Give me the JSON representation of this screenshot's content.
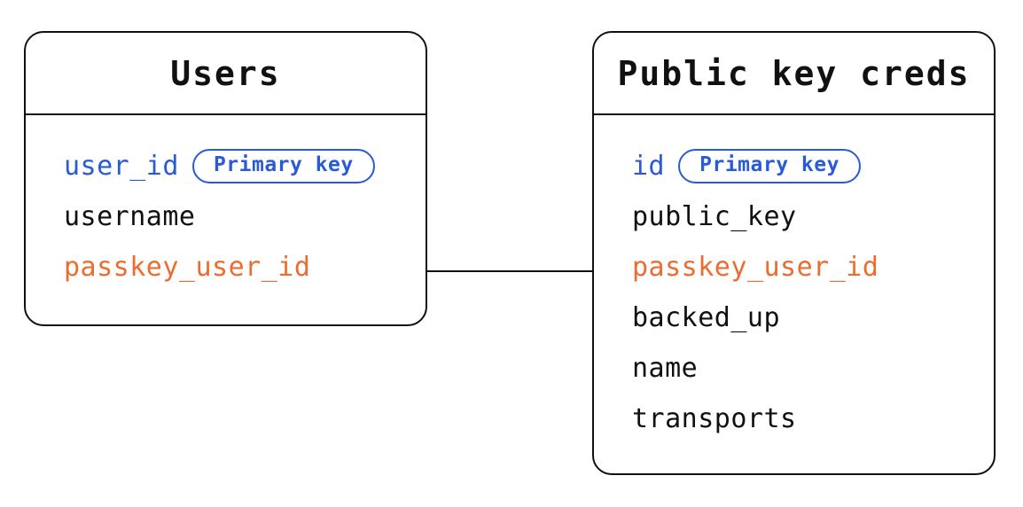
{
  "diagram": {
    "type": "entity-relationship",
    "relationship": {
      "from_table": "Users",
      "from_field": "passkey_user_id",
      "to_table": "Public key creds",
      "to_field": "passkey_user_id",
      "style": "solid-line"
    }
  },
  "colors": {
    "primary_key_blue": "#2a5bd7",
    "foreign_key_orange": "#ed6c30",
    "text_black": "#111111",
    "line_black": "#111111",
    "background": "#ffffff"
  },
  "tables": [
    {
      "title": "Users",
      "fields": [
        {
          "name": "user_id",
          "role": "primary-key",
          "badge": "Primary key"
        },
        {
          "name": "username",
          "role": "normal"
        },
        {
          "name": "passkey_user_id",
          "role": "foreign-key"
        }
      ]
    },
    {
      "title": "Public key creds",
      "fields": [
        {
          "name": "id",
          "role": "primary-key",
          "badge": "Primary key"
        },
        {
          "name": "public_key",
          "role": "normal"
        },
        {
          "name": "passkey_user_id",
          "role": "foreign-key"
        },
        {
          "name": "backed_up",
          "role": "normal"
        },
        {
          "name": "name",
          "role": "normal"
        },
        {
          "name": "transports",
          "role": "normal"
        }
      ]
    }
  ]
}
